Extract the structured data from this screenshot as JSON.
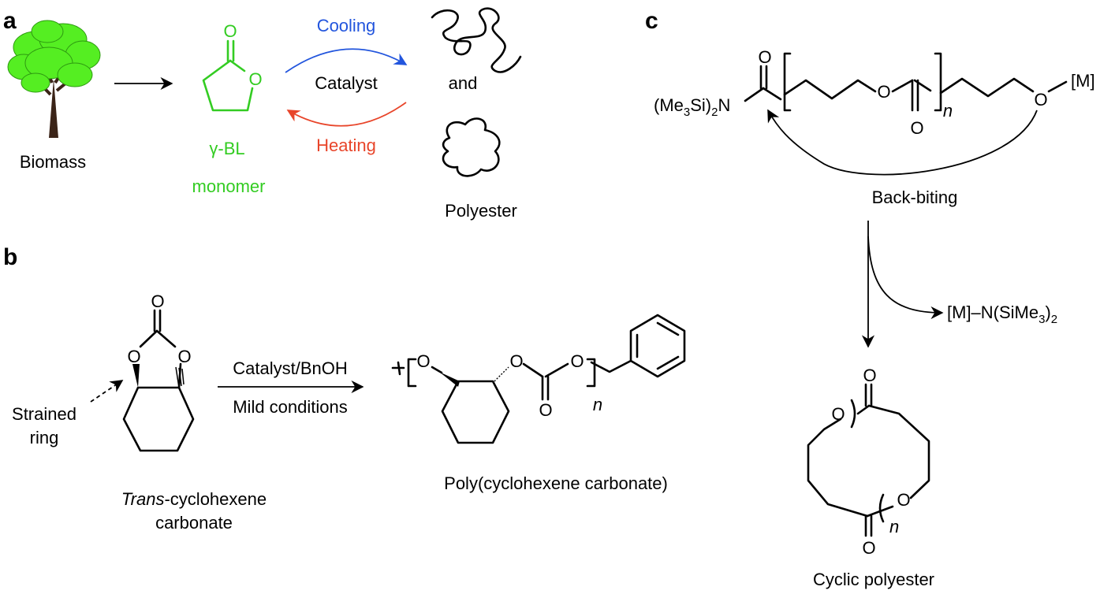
{
  "colors": {
    "cooling": "#2255dd",
    "heating": "#e8452a",
    "monomer": "#33cc22",
    "tree_canopy": "#55ee22",
    "tree_trunk": "#3b2418"
  },
  "panels": {
    "a": {
      "label": "a",
      "biomass": "Biomass",
      "monomer_name": "γ-BL",
      "monomer_word": "monomer",
      "cooling": "Cooling",
      "catalyst": "Catalyst",
      "heating": "Heating",
      "and": "and",
      "polyester": "Polyester",
      "atom_O": "O"
    },
    "b": {
      "label": "b",
      "strained_line1": "Strained",
      "strained_line2": "ring",
      "reagent_top": "Catalyst/BnOH",
      "reagent_bottom": "Mild conditions",
      "name_italic": "Trans",
      "name_rest": "-cyclohexene",
      "name_line2": "carbonate",
      "product": "Poly(cyclohexene carbonate)",
      "n": "n",
      "atom_O": "O"
    },
    "c": {
      "label": "c",
      "amine_open": "(Me",
      "amine_sub1": "3",
      "amine_mid": "Si)",
      "amine_sub2": "2",
      "amine_end": "N",
      "metal": "[M]",
      "n": "n",
      "back_biting": "Back-biting",
      "byproduct_main": "[M]–N(SiMe",
      "byproduct_sub": "3",
      "byproduct_close": ")",
      "byproduct_sub2": "2",
      "cyclic": "Cyclic polyester",
      "atom_O": "O"
    }
  }
}
